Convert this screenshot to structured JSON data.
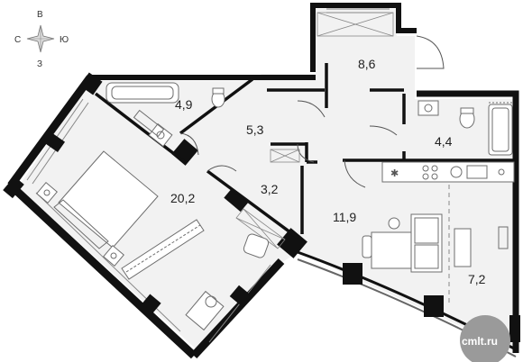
{
  "compass": {
    "north": "В",
    "west": "С",
    "east": "Ю",
    "south": "З"
  },
  "rooms": {
    "bathroom_main": "4,9",
    "hallway": "5,3",
    "closet": "3,2",
    "bedroom": "20,2",
    "entrance": "8,6",
    "bathroom_small": "4,4",
    "living_kitchen": "11,9",
    "dining": "7,2"
  },
  "watermark": {
    "brand": "cmlt.ru"
  },
  "colors": {
    "wall": "#111111",
    "floor": "#f1f1f1",
    "furniture_stroke": "#6e6e6e",
    "watermark_bg": "#9a9a9a"
  }
}
